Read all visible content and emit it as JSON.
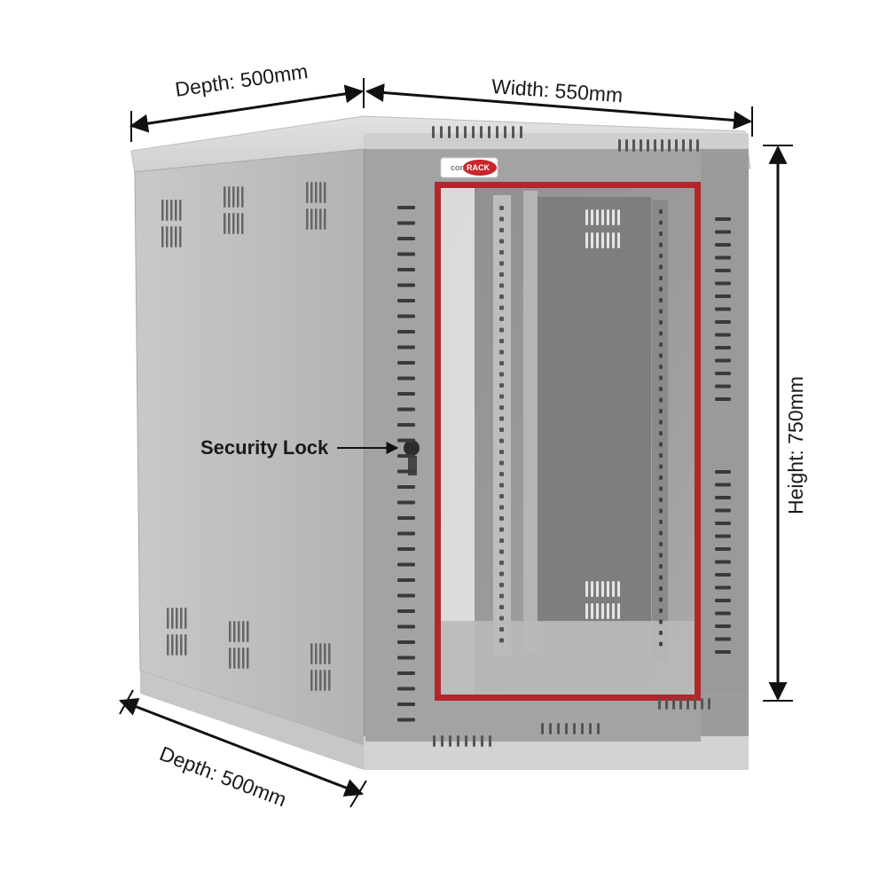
{
  "labels": {
    "depth_top": "Depth: 500mm",
    "width": "Width: 550mm",
    "height": "Height: 750mm",
    "depth_bottom": "Depth: 500mm",
    "security_lock": "Security Lock"
  },
  "brand": {
    "logo_text_left": "con",
    "logo_text_right": "RACK"
  },
  "colors": {
    "body_gray": "#a9a9a9",
    "side_gray": "#b9b9b9",
    "front_frame": "#9a9a9a",
    "glass": "#8d8d8d",
    "red_seal": "#b3262c",
    "arrow": "#111111",
    "brand_red": "#c9252c"
  }
}
